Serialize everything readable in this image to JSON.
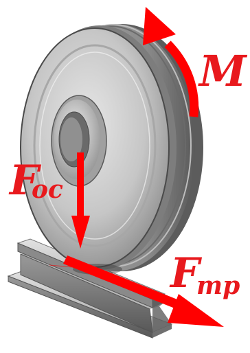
{
  "labels": {
    "moment": "M",
    "axial_force_main": "F",
    "axial_force_sub": "oc",
    "friction_force_main": "F",
    "friction_force_sub": "mp"
  },
  "colors": {
    "arrow": "#ff0000",
    "label": "#e8191d",
    "wheel_light": "#d3d3d3",
    "wheel_mid": "#9a9a9a",
    "wheel_dark": "#4a4a4a",
    "background": "#ffffff"
  },
  "icons": {
    "wheel": "railway-wheel-illustration",
    "rail": "rail-section-illustration"
  }
}
